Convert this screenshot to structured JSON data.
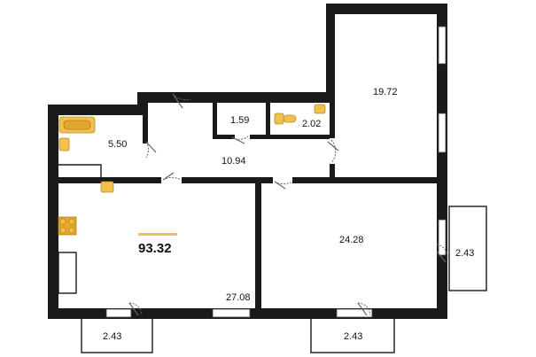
{
  "plan": {
    "total_area": "93.32",
    "accent_color": "#f0c050",
    "wall_color": "#1a1a1a"
  },
  "rooms": {
    "bathroom": "5.50",
    "hall": "10.94",
    "wc": "1.59",
    "storage": "2.02",
    "bedroom_top": "19.72",
    "kitchen_living": "27.08",
    "bedroom_main": "24.28",
    "balcony_left": "2.43",
    "balcony_mid": "2.43",
    "balcony_right": "2.43"
  },
  "icons": [
    "bathtub-icon",
    "sink-icon",
    "toilet-icon",
    "stove-icon",
    "door-icon",
    "window-icon"
  ]
}
